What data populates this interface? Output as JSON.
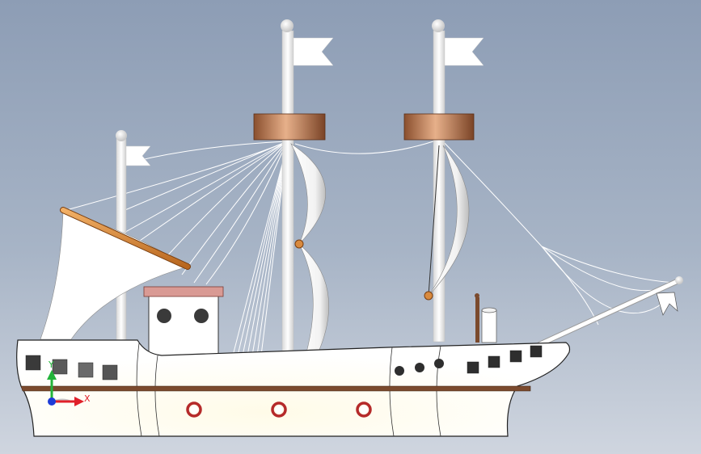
{
  "viewport": {
    "name": "cad-3d-viewport",
    "background_top": "#8d9db5",
    "background_bottom": "#cfd5df"
  },
  "model": {
    "type": "sailing-ship",
    "hull_color": "#ffffff",
    "stripe_color": "#7b4a2d",
    "mast_band_color": "#b8764f",
    "boom_color": "#d98a3e",
    "cabin_roof_color": "#d99a94",
    "porthole_ring_color": "#b52a2a"
  },
  "triad": {
    "x_label": "X",
    "y_label": "Y",
    "x_color": "#e0202a",
    "y_color": "#22b43a",
    "z_color": "#1e3cd8"
  }
}
